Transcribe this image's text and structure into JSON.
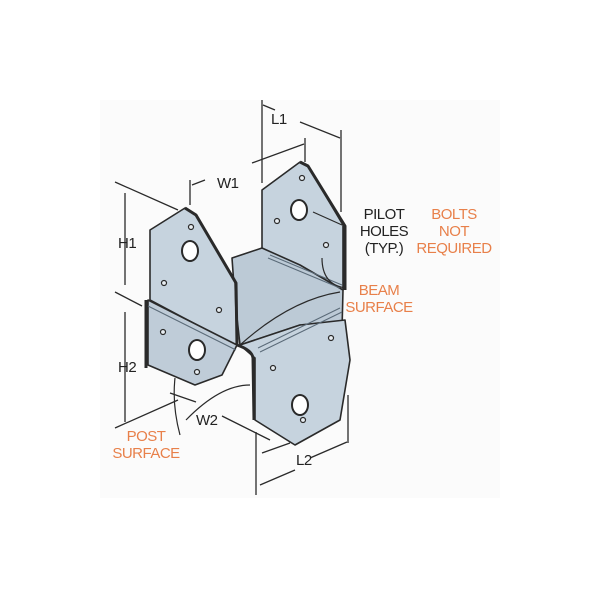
{
  "figure": {
    "subject": "post cap connector bracket",
    "colors": {
      "background": "#ffffff",
      "panel": "#fbfbfb",
      "metal": "#c6d3de",
      "metal_dark": "#9fb0bf",
      "outline": "#2a2a2a",
      "label_dark": "#222222",
      "label_orange": "#e8804a"
    }
  },
  "dimensions": {
    "L1": "L1",
    "W1": "W1",
    "H1": "H1",
    "H2": "H2",
    "W2": "W2",
    "L2": "L2"
  },
  "callouts": {
    "pilot_holes": [
      "PILOT",
      "HOLES",
      "(TYP.)"
    ],
    "bolts_not_required": [
      "BOLTS",
      "NOT",
      "REQUIRED"
    ],
    "beam_surface": [
      "BEAM",
      "SURFACE"
    ],
    "post_surface": [
      "POST",
      "SURFACE"
    ]
  }
}
